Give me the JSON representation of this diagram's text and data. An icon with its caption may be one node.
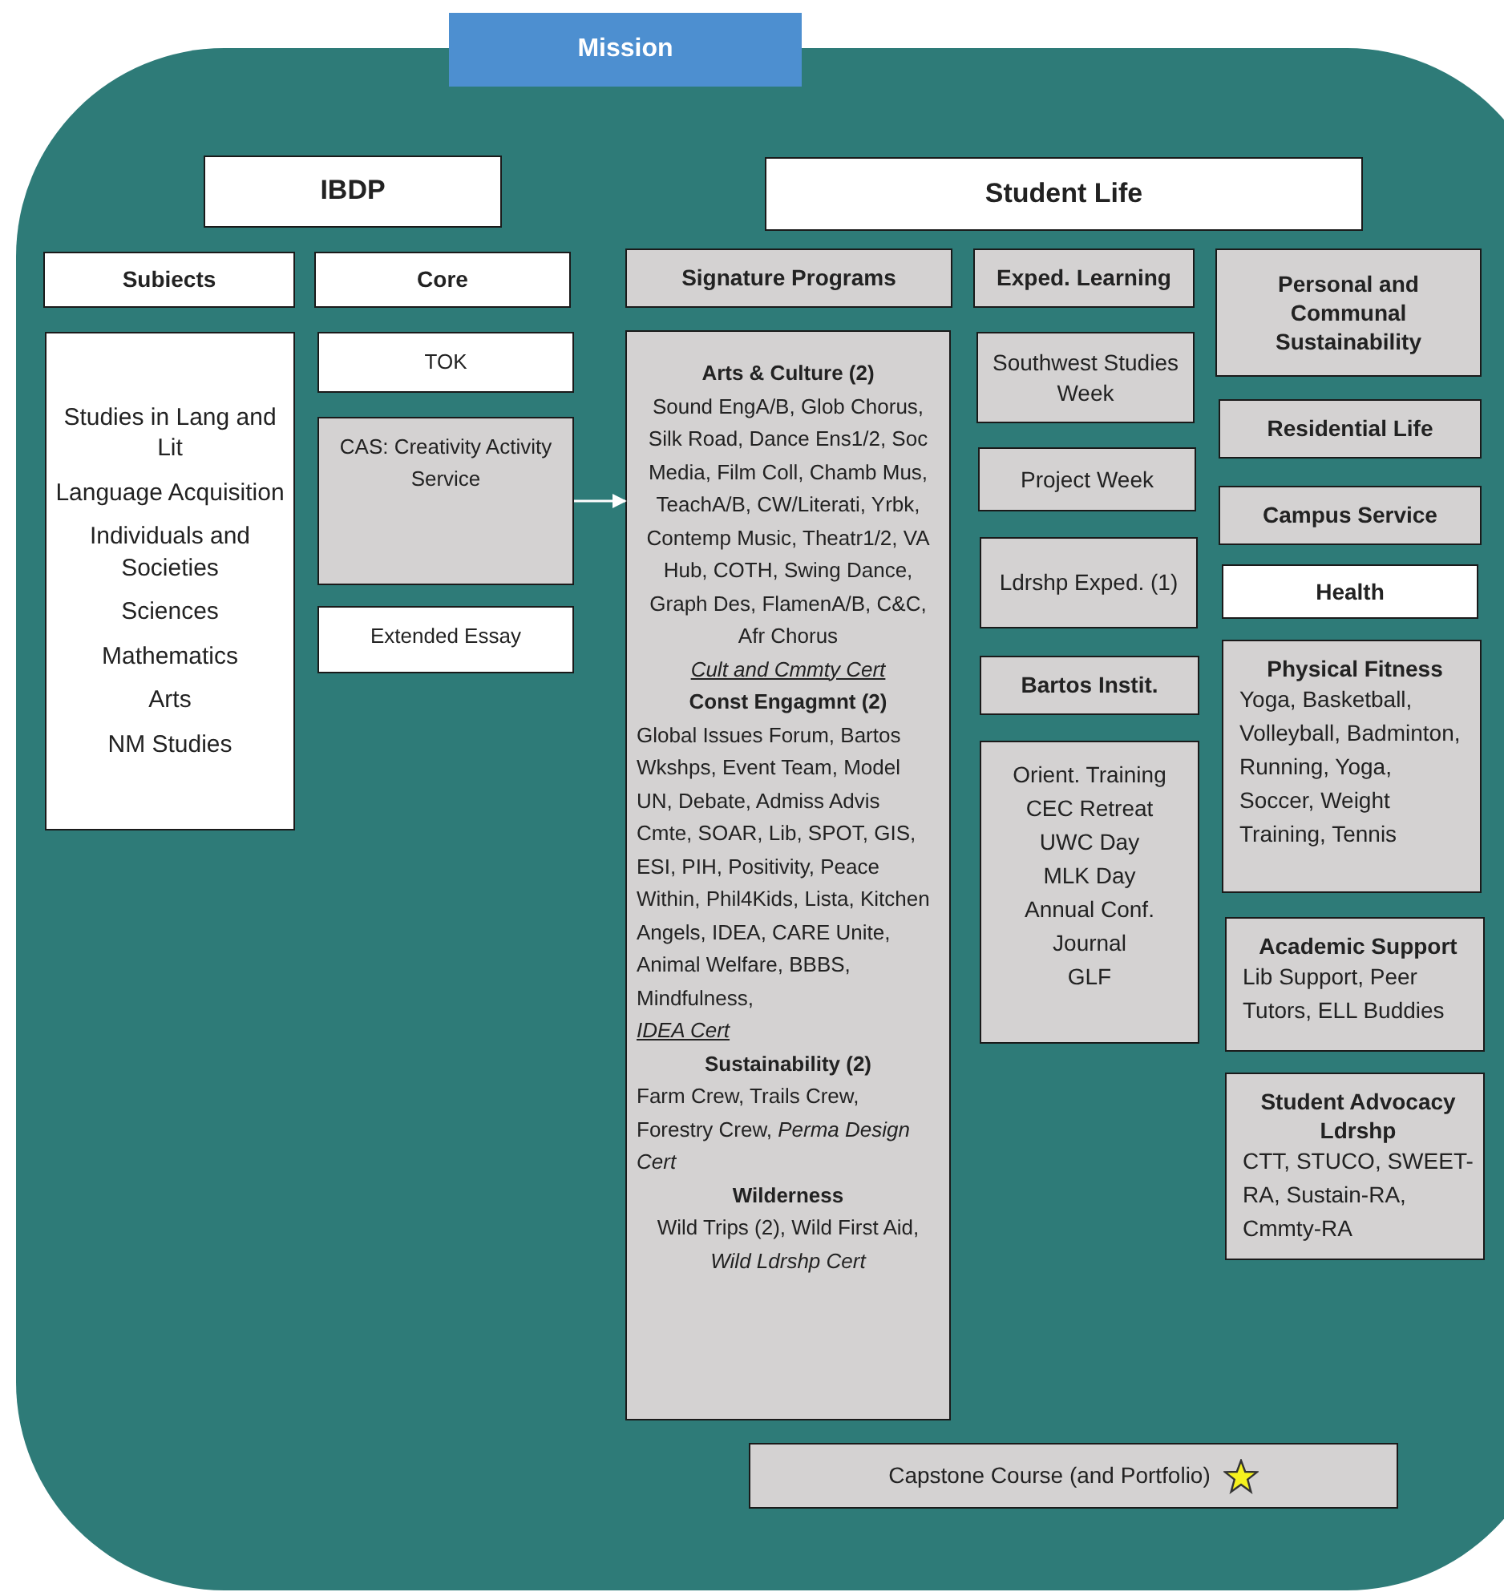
{
  "diagram": {
    "nodes": [
      {
        "text": [
          "Mission"
        ]
      },
      {
        "text": [
          "IBDP"
        ]
      },
      {
        "text": [
          "Subiects"
        ]
      },
      {
        "text": [
          "Studies in Lang and Lit",
          "Language Acquisition",
          "Individuals and Societies",
          "Sciences",
          "Mathematics",
          "Arts",
          "NM Studies"
        ]
      },
      {
        "text": [
          "Core"
        ]
      },
      {
        "text": [
          "TOK"
        ]
      },
      {
        "text": [
          "CAS: Creativity Activity Service"
        ]
      },
      {
        "text": [
          "Extended Essay"
        ]
      },
      {
        "text": [
          "Student Life"
        ]
      },
      {
        "text": [
          "Signature Programs"
        ]
      },
      {
        "text": [
          "Arts & Culture (2)",
          "Sound EngA/B, Glob Chorus, Silk Road, Dance Ens1/2, Soc Media, Film Coll, Chamb Mus, TeachA/B, CW/Literati, Yrbk, Contemp Music, Theatr1/2, VA Hub, COTH, Swing Dance, Graph Des, FlamenA/B, C&C, Afr Chorus",
          "Cult and Cmmty Cert",
          "Const Engagmnt (2)",
          "Global Issues Forum, Bartos Wkshps, Event Team, Model UN, Debate, Admiss Advis Cmte, SOAR, Lib, SPOT, GIS, ESI, PIH, Positivity, Peace Within, Phil4Kids, Lista, Kitchen Angels, IDEA, CARE Unite, Animal Welfare, BBBS, Mindfulness,",
          "IDEA Cert",
          "Sustainability (2)",
          "Farm Crew, Trails Crew, Forestry Crew, *Perma Design Cert*",
          "Wilderness",
          "Wild Trips (2), Wild First Aid, *Wild Ldrshp Cert*"
        ]
      },
      {
        "text": [
          "Exped. Learning"
        ]
      },
      {
        "text": [
          "Southwest Studies Week"
        ]
      },
      {
        "text": [
          "Project Week"
        ]
      },
      {
        "text": [
          "Ldrshp Exped. (1)"
        ]
      },
      {
        "text": [
          "Bartos Instit."
        ]
      },
      {
        "text": [
          "Orient. Training",
          "CEC Retreat",
          "UWC Day",
          "MLK Day",
          "Annual Conf.",
          "Journal",
          "GLF"
        ]
      },
      {
        "text": [
          "Personal and Communal Sustainability"
        ]
      },
      {
        "text": [
          "Residential Life"
        ]
      },
      {
        "text": [
          "Campus Service"
        ]
      },
      {
        "text": [
          "Health"
        ]
      },
      {
        "text": [
          "Physical Fitness",
          "Yoga, Basketball, Volleyball, Badminton, Running, Yoga, Soccer, Weight Training, Tennis"
        ]
      },
      {
        "text": [
          "Academic Support",
          "Lib Support, Peer Tutors, ELL Buddies"
        ]
      },
      {
        "text": [
          "Student Advocacy Ldrshp",
          "CTT, STUCO, SWEET-RA, Sustain-RA, Cmmty-RA"
        ]
      },
      {
        "text": [
          "Capstone Course (and Portfolio)"
        ]
      }
    ],
    "edges": [
      {
        "from": 6,
        "to": 10,
        "arrow": "to"
      }
    ]
  }
}
